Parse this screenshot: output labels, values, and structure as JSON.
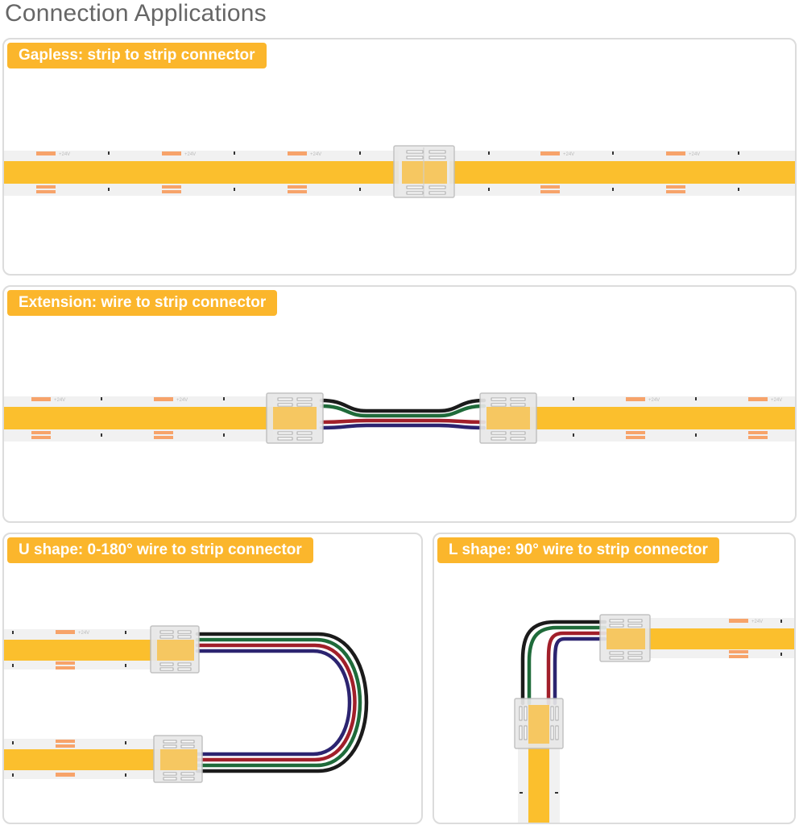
{
  "title": "Connection Applications",
  "colors": {
    "accent": "#fbb62c",
    "strip": "#fbbf2d",
    "pcb": "#f1f1f1",
    "wire_green": "#1f6b3a",
    "wire_red": "#a11f2a",
    "wire_blue": "#2c2470",
    "wire_black": "#1b1b1b"
  },
  "panels": {
    "gapless": {
      "label": "Gapless: strip to strip connector"
    },
    "extension": {
      "label": "Extension: wire to strip connector"
    },
    "u_shape": {
      "label": "U shape: 0-180° wire to strip connector"
    },
    "l_shape": {
      "label": "L shape: 90° wire to strip connector"
    }
  },
  "strip_marking": "+24V"
}
